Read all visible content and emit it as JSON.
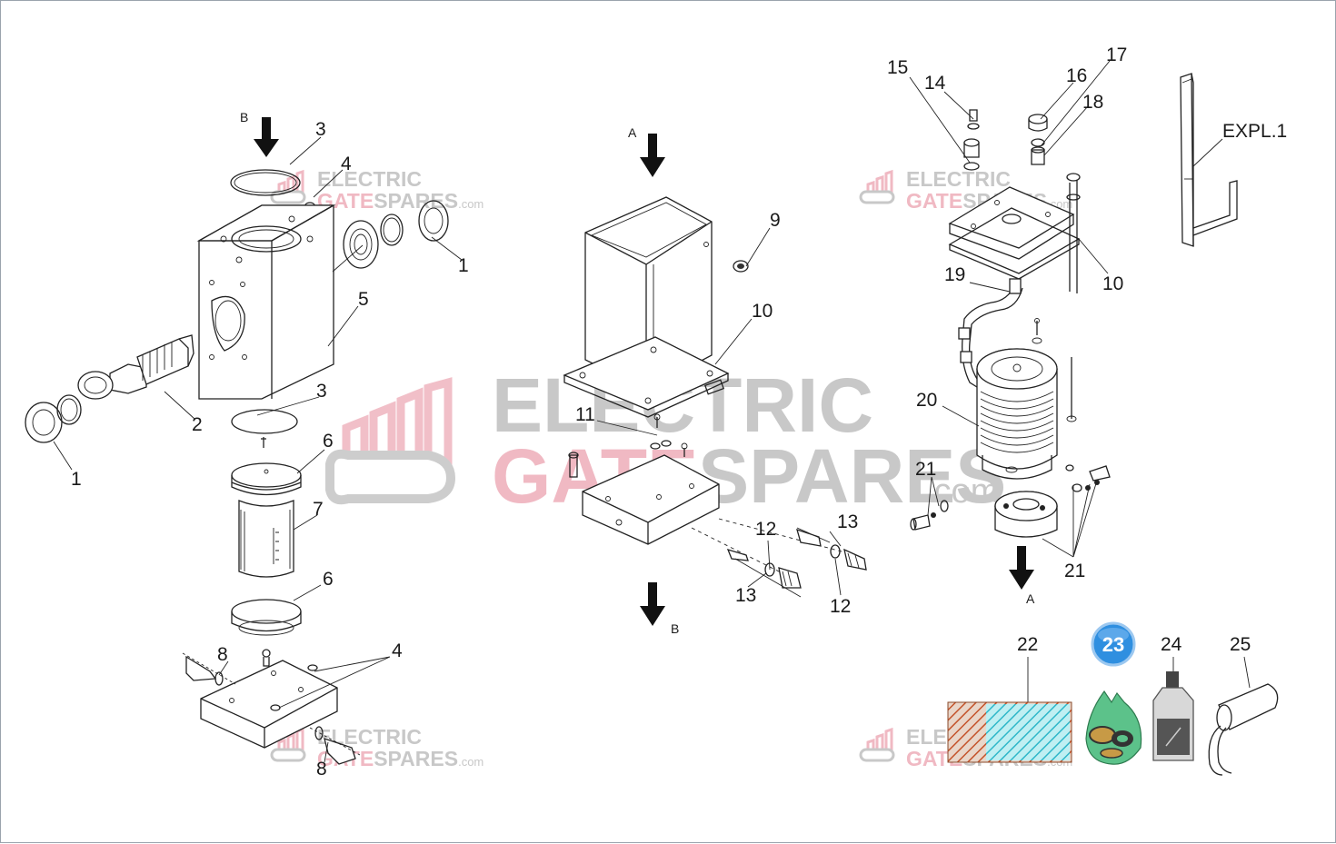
{
  "watermark": {
    "line1": "ELECTRIC",
    "line2_a": "GATE",
    "line2_b": "SPARES",
    "suffix": ".com",
    "color_grey": "#c8c8c8",
    "color_pink": "#f0b9c3"
  },
  "arrows": {
    "a_top": "A",
    "a_bottom": "A",
    "b_top": "B",
    "b_bottom": "B"
  },
  "labels": {
    "l1a": "1",
    "l1b": "1",
    "l2": "2",
    "l3a": "3",
    "l3b": "3",
    "l4a": "4",
    "l4b": "4",
    "l5": "5",
    "l6a": "6",
    "l6b": "6",
    "l7": "7",
    "l8a": "8",
    "l8b": "8",
    "l9": "9",
    "l10a": "10",
    "l10b": "10",
    "l11": "11",
    "l12a": "12",
    "l12b": "12",
    "l13a": "13",
    "l13b": "13",
    "l14": "14",
    "l15": "15",
    "l16": "16",
    "l17": "17",
    "l18": "18",
    "l19": "19",
    "l20": "20",
    "l21a": "21",
    "l21b": "21",
    "l22": "22",
    "l23": "23",
    "l24": "24",
    "l25": "25",
    "expl": "EXPL.1"
  },
  "colors": {
    "badge": "#2f8fe0",
    "bag": "#5cc28a",
    "kit_hatch_a": "#c4532a",
    "kit_hatch_b": "#2fb7c9"
  }
}
